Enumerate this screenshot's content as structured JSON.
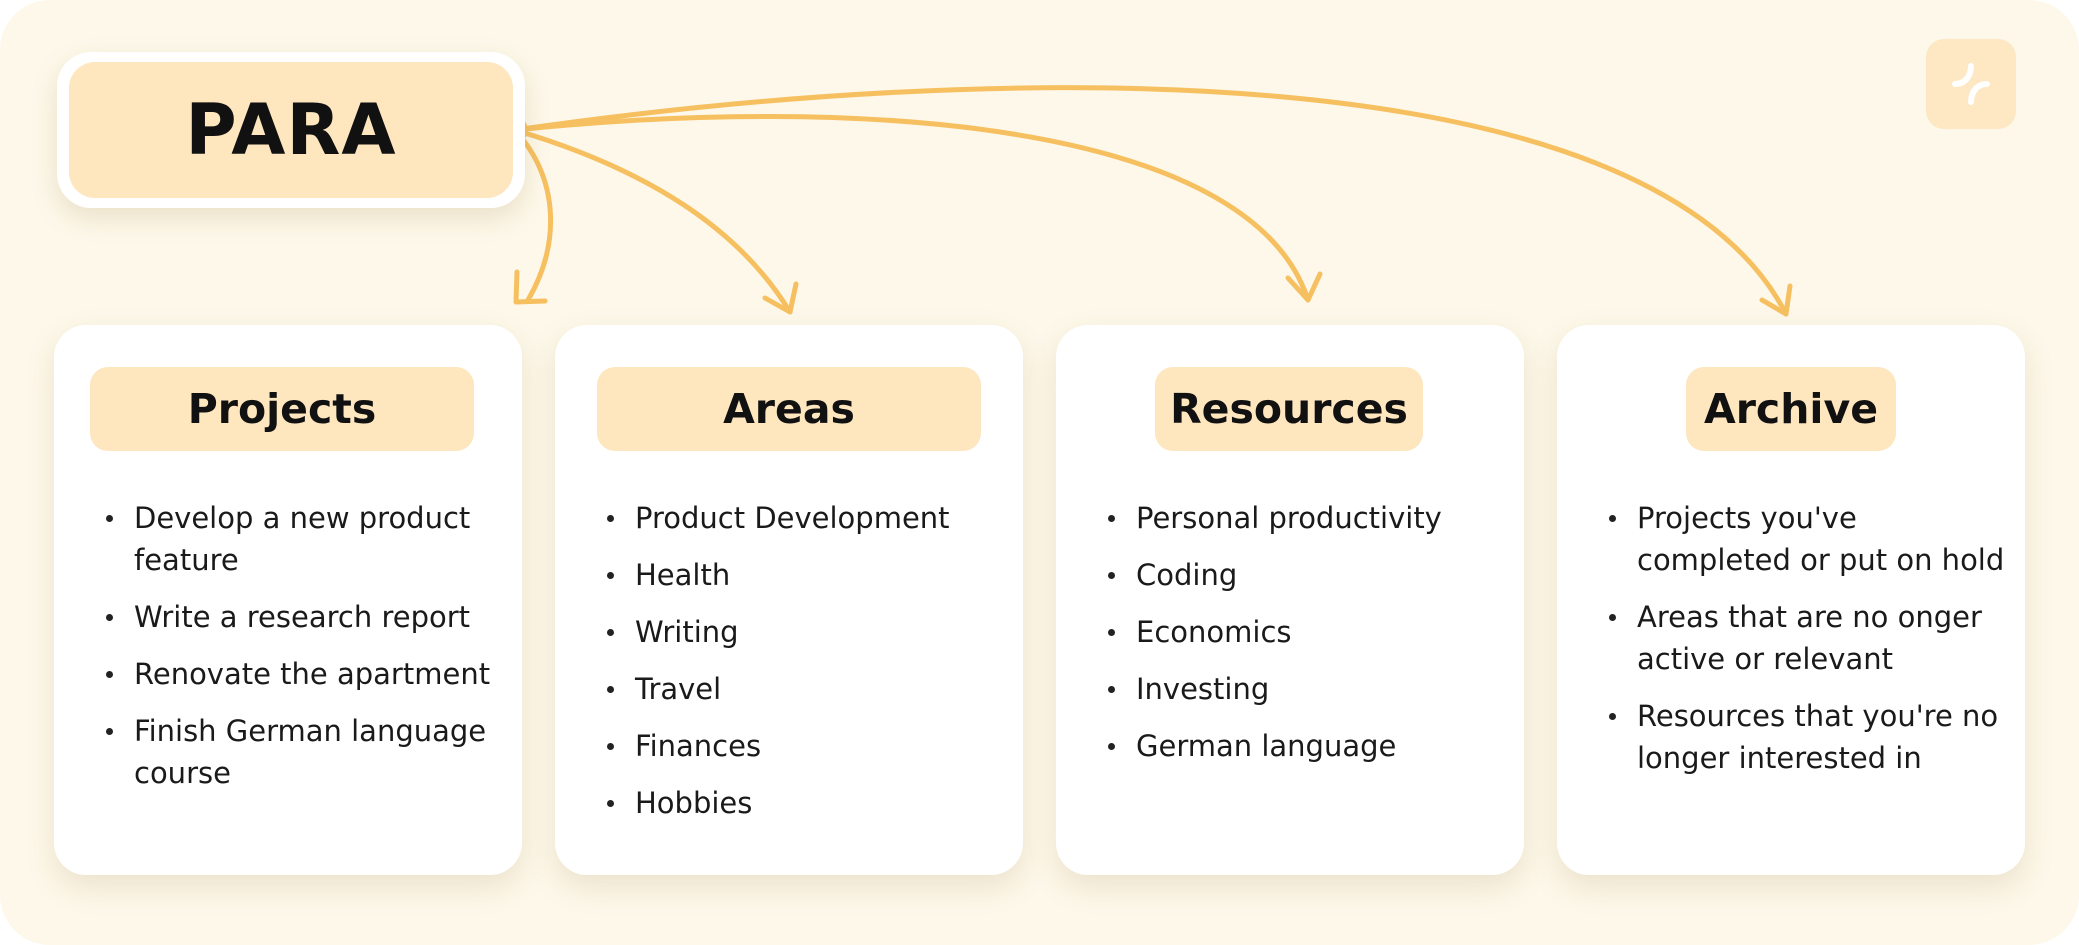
{
  "colors": {
    "background": "#fdf8ea",
    "accent": "#f6c060",
    "pill_fill": "#fee6bf",
    "card_fill": "#ffffff",
    "text": "#111111"
  },
  "root": {
    "title": "PARA"
  },
  "brand_icon": "logo-mark-icon",
  "categories": [
    {
      "title": "Projects",
      "items": [
        "Develop a new product feature",
        "Write a research report",
        "Renovate the apartment",
        "Finish German language course"
      ]
    },
    {
      "title": "Areas",
      "items": [
        "Product Development",
        "Health",
        "Writing",
        "Travel",
        "Finances",
        "Hobbies"
      ]
    },
    {
      "title": "Resources",
      "items": [
        "Personal productivity",
        "Coding",
        "Economics",
        "Investing",
        "German language"
      ]
    },
    {
      "title": "Archive",
      "items": [
        "Projects you've completed or put on hold",
        "Areas that are no onger active or relevant",
        "Resources that you're no longer interested in"
      ]
    }
  ],
  "connections": [
    {
      "from": "PARA",
      "to": "Projects"
    },
    {
      "from": "PARA",
      "to": "Areas"
    },
    {
      "from": "PARA",
      "to": "Resources"
    },
    {
      "from": "PARA",
      "to": "Archive"
    }
  ]
}
